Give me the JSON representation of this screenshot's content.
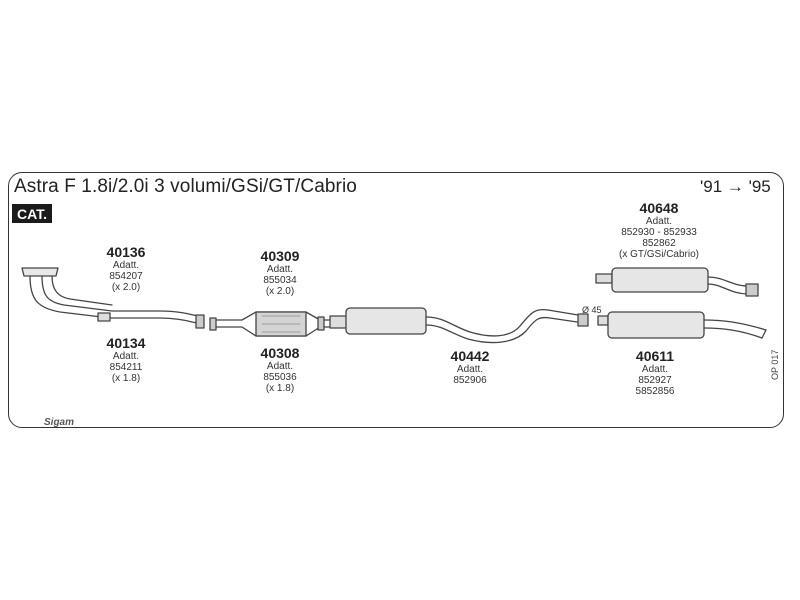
{
  "header": {
    "title": "Astra F 1.8i/2.0i 3 volumi/GSi/GT/Cabrio",
    "years": "'91 → '95",
    "cat_badge": "CAT."
  },
  "parts": [
    {
      "id": "40136",
      "line1": "Adatt.",
      "line2": "854207",
      "line3": "(x 2.0)"
    },
    {
      "id": "40134",
      "line1": "Adatt.",
      "line2": "854211",
      "line3": "(x 1.8)"
    },
    {
      "id": "40309",
      "line1": "Adatt.",
      "line2": "855034",
      "line3": "(x 2.0)"
    },
    {
      "id": "40308",
      "line1": "Adatt.",
      "line2": "855036",
      "line3": "(x 1.8)"
    },
    {
      "id": "40442",
      "line1": "Adatt.",
      "line2": "852906",
      "line3": ""
    },
    {
      "id": "40648",
      "line1": "Adatt.",
      "line2": "852930 - 852933",
      "line3": "852862",
      "line4": "(x GT/GSi/Cabrio)"
    },
    {
      "id": "40611",
      "line1": "Adatt.",
      "line2": "852927",
      "line3": "5852856"
    }
  ],
  "diameter_label": "Ø 45",
  "diagram_code": "OP 017",
  "brand_logo": "Sigam"
}
